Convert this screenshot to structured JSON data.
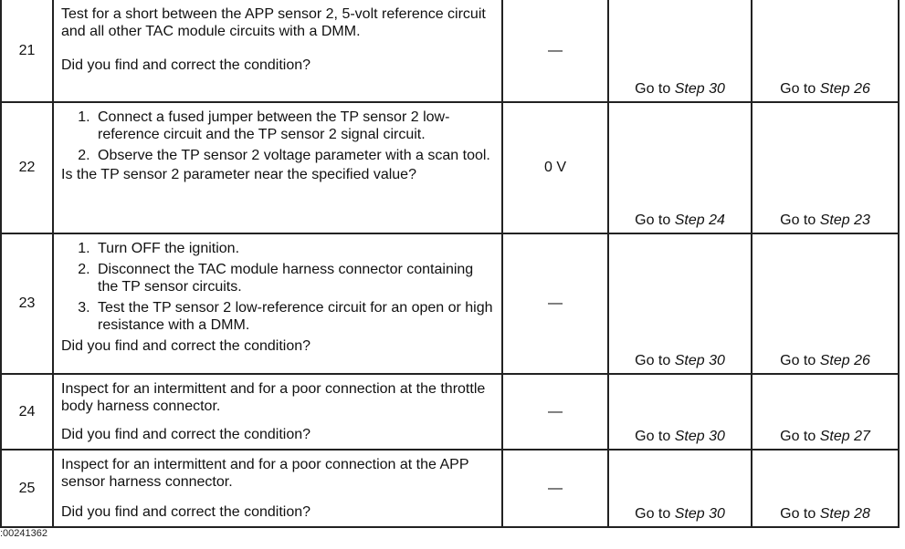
{
  "rows": [
    {
      "step": "21",
      "action_text": "Test for a short between the APP sensor 2, 5-volt reference circuit and all other TAC module circuits with a DMM.",
      "question": "Did you find and correct the condition?",
      "value": "—",
      "yes_prefix": "Go to",
      "yes_step": "Step 30",
      "no_prefix": "Go to",
      "no_step": "Step 26"
    },
    {
      "step": "22",
      "action_items": [
        "Connect a fused jumper between the TP sensor 2 low-reference circuit and the TP sensor 2 signal circuit.",
        "Observe the TP sensor 2 voltage parameter with a scan tool."
      ],
      "question": "Is the TP sensor 2 parameter near the specified value?",
      "value": "0 V",
      "yes_prefix": "Go to",
      "yes_step": "Step 24",
      "no_prefix": "Go to",
      "no_step": "Step 23"
    },
    {
      "step": "23",
      "action_items": [
        "Turn OFF the ignition.",
        "Disconnect the TAC module harness connector containing the TP sensor circuits.",
        "Test the TP sensor 2 low-reference circuit for an open or high resistance with a DMM."
      ],
      "question": "Did you find and correct the condition?",
      "value": "—",
      "yes_prefix": "Go to",
      "yes_step": "Step 30",
      "no_prefix": "Go to",
      "no_step": "Step 26"
    },
    {
      "step": "24",
      "action_text": "Inspect for an intermittent and for a poor connection at the throttle body harness connector.",
      "question": "Did you find and correct the condition?",
      "value": "—",
      "yes_prefix": "Go to",
      "yes_step": "Step 30",
      "no_prefix": "Go to",
      "no_step": "Step 27"
    },
    {
      "step": "25",
      "action_text": "Inspect for an intermittent and for a poor connection at the APP sensor harness connector.",
      "question": "Did you find and correct the condition?",
      "value": "—",
      "yes_prefix": "Go to",
      "yes_step": "Step 30",
      "no_prefix": "Go to",
      "no_step": "Step 28"
    }
  ],
  "figure_id": ":00241362"
}
